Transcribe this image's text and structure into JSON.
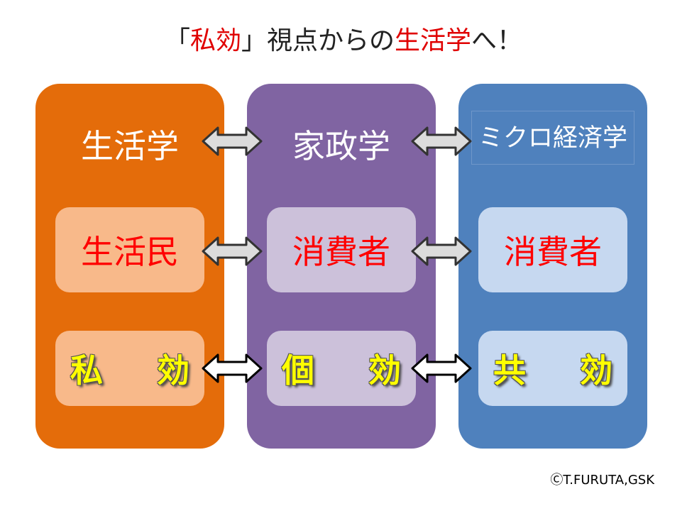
{
  "title": {
    "open_bracket": "「",
    "term1": "私効",
    "middle": "」視点からの",
    "term2": "生活学",
    "suffix": "へ！"
  },
  "columns": [
    {
      "heading": "生活学",
      "middle": "生活民",
      "bottom": [
        "私",
        "効"
      ],
      "color": "#e46c0a"
    },
    {
      "heading": "家政学",
      "middle": "消費者",
      "bottom": [
        "個",
        "効"
      ],
      "color": "#8064a2"
    },
    {
      "heading": "ミクロ経済学",
      "middle": "消費者",
      "bottom": [
        "共",
        "効"
      ],
      "color": "#4f81bd"
    }
  ],
  "arrow_icon": "double-headed-arrow-icon",
  "colors": {
    "title_accent": "#e00000",
    "middle_text": "#ff0000",
    "bottom_text": "#ffff00"
  },
  "copyright": "ⒸT.FURUTA,GSK"
}
